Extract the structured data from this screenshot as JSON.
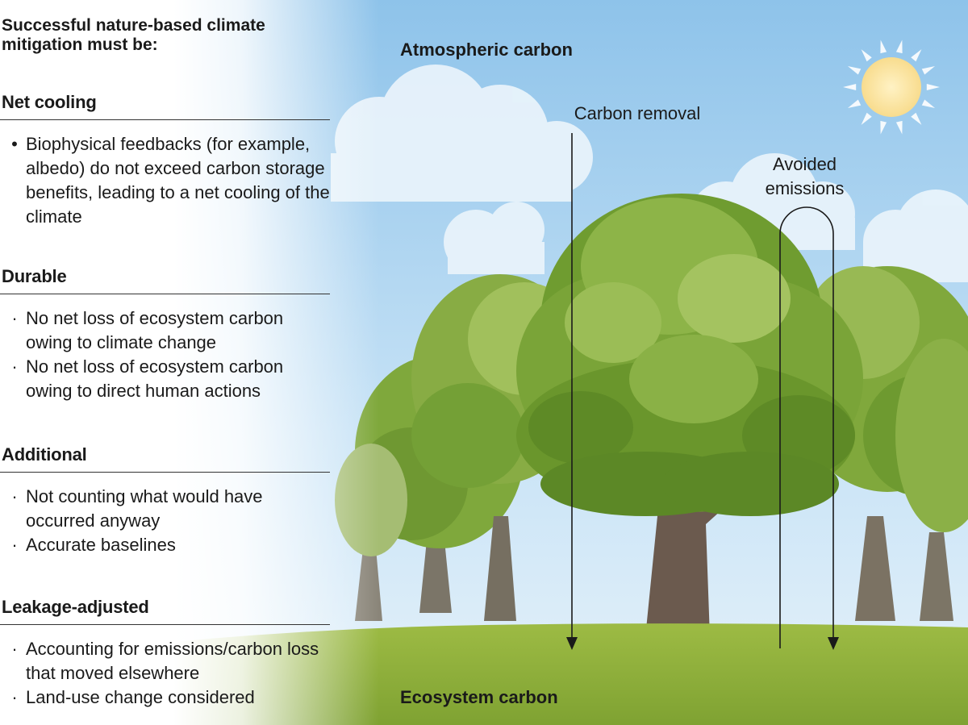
{
  "title": "Successful nature-based climate mitigation must be:",
  "criteria": [
    {
      "heading": "Net cooling",
      "bullet_style": "round",
      "bullets": [
        "Biophysical feedbacks (for example, albedo) do not exceed carbon storage benefits, leading to a net cooling of the climate"
      ]
    },
    {
      "heading": "Durable",
      "bullet_style": "small",
      "bullets": [
        "No net loss of ecosystem carbon owing to climate change",
        "No net loss of ecosystem carbon owing to direct human actions"
      ]
    },
    {
      "heading": "Additional",
      "bullet_style": "small",
      "bullets": [
        "Not counting what would have occurred anyway",
        "Accurate baselines"
      ]
    },
    {
      "heading": "Leakage-adjusted",
      "bullet_style": "small",
      "bullets": [
        "Accounting for emissions/carbon loss that moved elsewhere",
        "Land-use change considered"
      ]
    }
  ],
  "scene": {
    "top_label": "Atmospheric carbon",
    "bottom_label": "Ecosystem carbon",
    "carbon_removal_label": "Carbon removal",
    "avoided_emissions_label": "Avoided emissions"
  },
  "colors": {
    "sky_top": "#8ec3ea",
    "sky_bottom": "#d9ecf8",
    "foliage_dark": "#5f8f2a",
    "foliage_mid": "#7fa83c",
    "foliage_light": "#a6c462",
    "grass": "#8fb03a",
    "trunk": "#6b5a4e",
    "sun": "#fbe6a0"
  }
}
